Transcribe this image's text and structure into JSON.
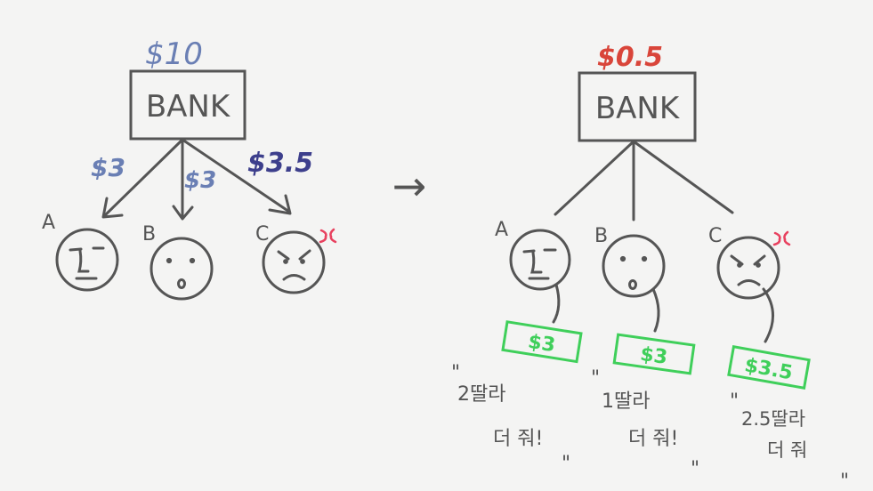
{
  "colors": {
    "background": "#f4f4f3",
    "ink": "#555555",
    "blue": "#6a7fb4",
    "navy": "#3d3f8c",
    "red": "#d9453a",
    "green": "#3fcf5a",
    "anger": "#e8415f"
  },
  "left": {
    "balance": "$10",
    "bank_label": "BANK",
    "transfers": [
      {
        "amount": "$3"
      },
      {
        "amount": "$3"
      },
      {
        "amount": "$3.5"
      }
    ],
    "people": [
      {
        "label": "A",
        "face": "flat"
      },
      {
        "label": "B",
        "face": "surprised"
      },
      {
        "label": "C",
        "face": "angry"
      }
    ]
  },
  "arrow": "→",
  "right": {
    "balance": "$0.5",
    "bank_label": "BANK",
    "people": [
      {
        "label": "A",
        "face": "flat",
        "tag": "$3",
        "quote_line1": "2딸라",
        "quote_line2": "더 줘!"
      },
      {
        "label": "B",
        "face": "surprised",
        "tag": "$3",
        "quote_line1": "1딸라",
        "quote_line2": "더 줘!"
      },
      {
        "label": "C",
        "face": "angry",
        "tag": "$3.5",
        "quote_line1": "2.5딸라",
        "quote_line2": "더 줘"
      }
    ]
  },
  "quote_mark": "\""
}
